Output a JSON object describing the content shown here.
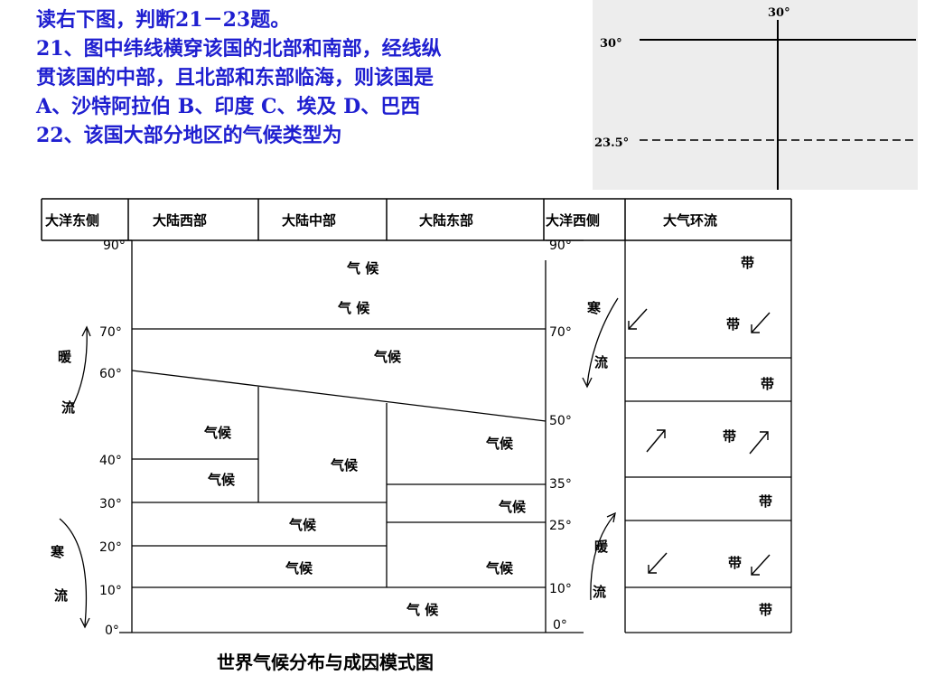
{
  "question": {
    "lines": [
      "读右下图，判断21－23题。",
      "21、图中纬线横穿该国的北部和南部，经线纵",
      "贯该国的中部，且北部和东部临海，则该国是",
      " A、沙特阿拉伯  B、印度  C、埃及  D、巴西",
      "22、该国大部分地区的气候类型为"
    ]
  },
  "inset": {
    "top_label": "30°",
    "lat_north": "30°",
    "lat_south": "23.5°"
  },
  "diagram": {
    "title": "世界气候分布与成因模式图",
    "headers": [
      "大洋东侧",
      "大陆西部",
      "大陆中部",
      "大陆东部",
      "大洋西侧",
      "大气环流"
    ],
    "left_degrees": [
      "90°",
      "70°",
      "60°",
      "40°",
      "30°",
      "20°",
      "10°",
      "0°"
    ],
    "right_degrees": [
      "90°",
      "70°",
      "50°",
      "35°",
      "25°",
      "10°",
      "0°"
    ],
    "climate_labels": [
      "气  候",
      "气  候",
      "气候",
      "气候",
      "气候",
      "气候",
      "气候",
      "气候",
      "气候",
      "气候",
      "气候",
      "气候",
      "气  候"
    ],
    "current_labels": [
      "暖",
      "流",
      "寒",
      "流",
      "寒",
      "流",
      "暖",
      "流"
    ],
    "belt_label": "带"
  }
}
